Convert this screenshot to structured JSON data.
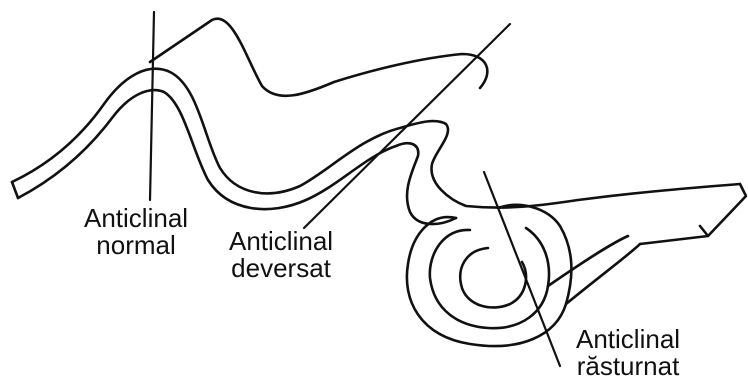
{
  "labels": {
    "normal": {
      "line1": "Anticlinal",
      "line2": "normal"
    },
    "deversat": {
      "line1": "Anticlinal",
      "line2": "deversat"
    },
    "rasturnat": {
      "line1": "Anticlinal",
      "line2": "răsturnat"
    }
  },
  "colors": {
    "ink": "#111111",
    "background": "#ffffff"
  }
}
